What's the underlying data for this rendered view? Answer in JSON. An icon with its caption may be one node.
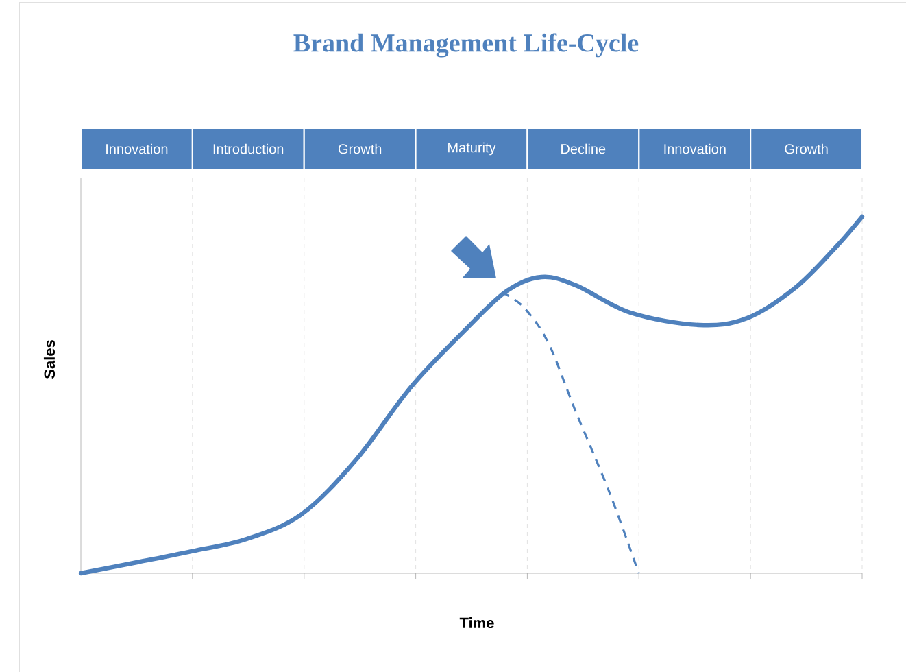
{
  "diagram": {
    "title": "Brand Management Life-Cycle",
    "nodes": [
      {
        "text": [
          "Innovation"
        ]
      },
      {
        "text": [
          "Introduction"
        ]
      },
      {
        "text": [
          "Growth"
        ]
      },
      {
        "text": [
          "Maturity"
        ]
      },
      {
        "text": [
          "Decline"
        ]
      },
      {
        "text": [
          "Innovation"
        ]
      },
      {
        "text": [
          "Growth"
        ]
      }
    ],
    "labels": [
      "Sales",
      "Time"
    ]
  }
}
